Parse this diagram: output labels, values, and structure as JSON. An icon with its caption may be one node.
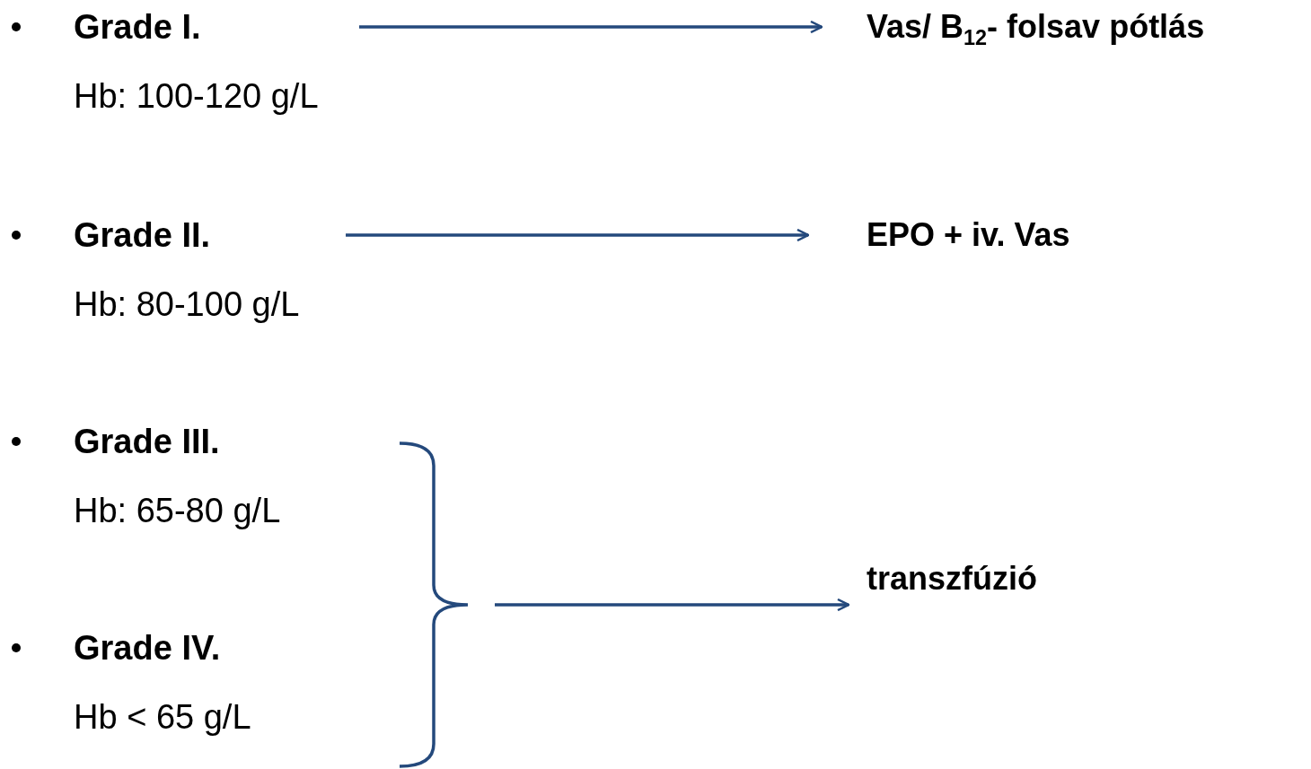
{
  "diagram": {
    "nodes": [
      {
        "text": [
          "Grade I.",
          "Hb: 100-120 g/L"
        ]
      },
      {
        "text": [
          "Vas/ B$_{12}$- folsav pótlás"
        ]
      },
      {
        "text": [
          "Grade II.",
          "Hb: 80-100 g/L"
        ]
      },
      {
        "text": [
          "EPO + iv. Vas"
        ]
      },
      {
        "text": [
          "Grade III.",
          "Hb: 65-80 g/L"
        ]
      },
      {
        "text": [
          "Grade IV.",
          "Hb < 65 g/L"
        ]
      },
      {
        "text": [],
        "shape": "brace"
      },
      {
        "text": [
          "transzfúzió"
        ]
      }
    ],
    "edges": [
      {
        "from": 0,
        "to": 1,
        "arrow": "to"
      },
      {
        "from": 2,
        "to": 3,
        "arrow": "to"
      },
      {
        "from": 6,
        "to": 7,
        "arrow": "to"
      }
    ]
  }
}
